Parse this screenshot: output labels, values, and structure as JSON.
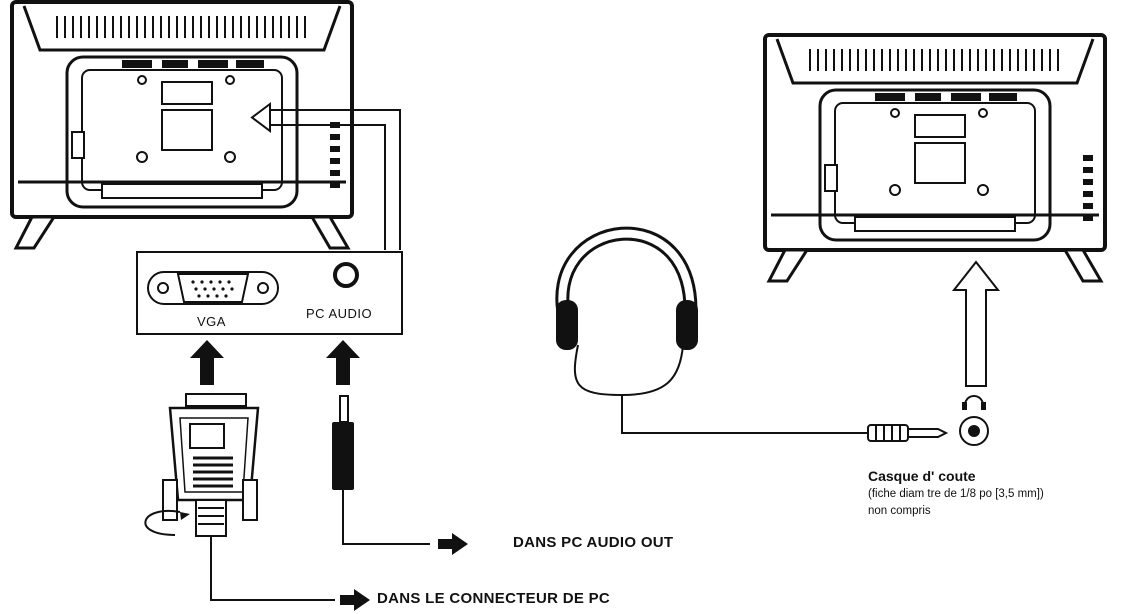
{
  "panel": {
    "vga_label": "VGA",
    "pc_audio_label": "PC AUDIO"
  },
  "callouts": {
    "pc_audio_out": "DANS PC AUDIO OUT",
    "pc_connector": "DANS LE CONNECTEUR DE PC"
  },
  "headphones": {
    "title": "Casque d' coute",
    "spec": "(fiche diam tre de 1/8 po [3,5 mm])",
    "note": "non compris"
  },
  "icons": [
    "tv-back-icon",
    "vga-port-icon",
    "audio-jack-icon",
    "vga-plug-icon",
    "audio-plug-icon",
    "headphones-icon",
    "headphone-jack-icon",
    "arrow-icon"
  ],
  "colors": {
    "line": "#111111",
    "fill": "#ffffff",
    "shade": "#cccccc"
  }
}
